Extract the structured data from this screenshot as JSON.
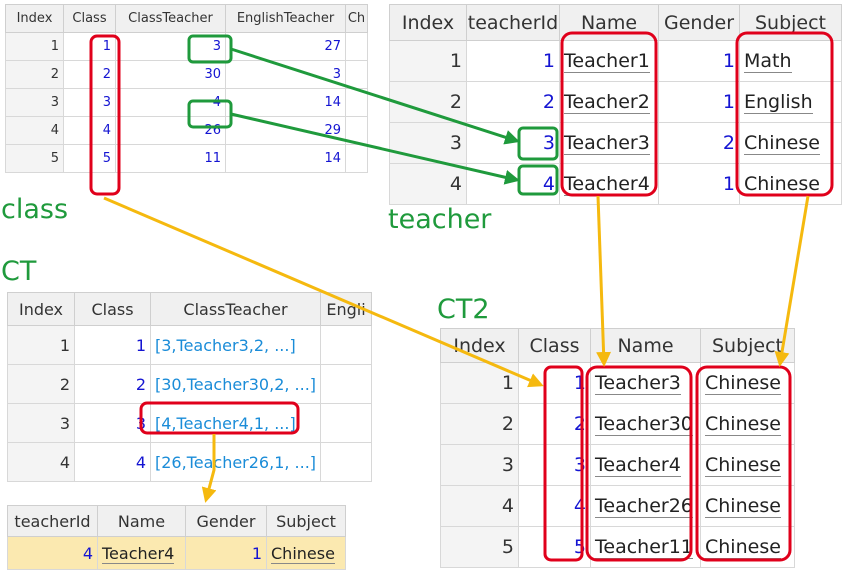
{
  "colors": {
    "red": "#e0001b",
    "green": "#1f9a3c",
    "orange": "#f5b90f"
  },
  "labels": {
    "class": "class",
    "teacher": "teacher",
    "ct": "CT",
    "ct2": "CT2"
  },
  "class_table": {
    "headers": [
      "Index",
      "Class",
      "ClassTeacher",
      "EnglishTeacher",
      "Ch"
    ],
    "rows": [
      [
        "1",
        "1",
        "3",
        "27"
      ],
      [
        "2",
        "2",
        "30",
        "3"
      ],
      [
        "3",
        "3",
        "4",
        "14"
      ],
      [
        "4",
        "4",
        "26",
        "29"
      ],
      [
        "5",
        "5",
        "11",
        "14"
      ]
    ]
  },
  "teacher_table": {
    "headers": [
      "Index",
      "teacherId",
      "Name",
      "Gender",
      "Subject"
    ],
    "rows": [
      [
        "1",
        "1",
        "Teacher1",
        "1",
        "Math"
      ],
      [
        "2",
        "2",
        "Teacher2",
        "1",
        "English"
      ],
      [
        "3",
        "3",
        "Teacher3",
        "2",
        "Chinese"
      ],
      [
        "4",
        "4",
        "Teacher4",
        "1",
        "Chinese"
      ]
    ]
  },
  "ct_table": {
    "headers": [
      "Index",
      "Class",
      "ClassTeacher",
      "Engli"
    ],
    "rows": [
      [
        "1",
        "1",
        "[3,Teacher3,2, ...]"
      ],
      [
        "2",
        "2",
        "[30,Teacher30,2, ...]"
      ],
      [
        "3",
        "3",
        "[4,Teacher4,1, ...]"
      ],
      [
        "4",
        "4",
        "[26,Teacher26,1, ...]"
      ]
    ]
  },
  "ct2_table": {
    "headers": [
      "Index",
      "Class",
      "Name",
      "Subject"
    ],
    "rows": [
      [
        "1",
        "1",
        "Teacher3",
        "Chinese"
      ],
      [
        "2",
        "2",
        "Teacher30",
        "Chinese"
      ],
      [
        "3",
        "3",
        "Teacher4",
        "Chinese"
      ],
      [
        "4",
        "4",
        "Teacher26",
        "Chinese"
      ],
      [
        "5",
        "5",
        "Teacher11",
        "Chinese"
      ]
    ]
  },
  "record_table": {
    "headers": [
      "teacherId",
      "Name",
      "Gender",
      "Subject"
    ],
    "rows": [
      [
        "4",
        "Teacher4",
        "1",
        "Chinese"
      ]
    ]
  }
}
